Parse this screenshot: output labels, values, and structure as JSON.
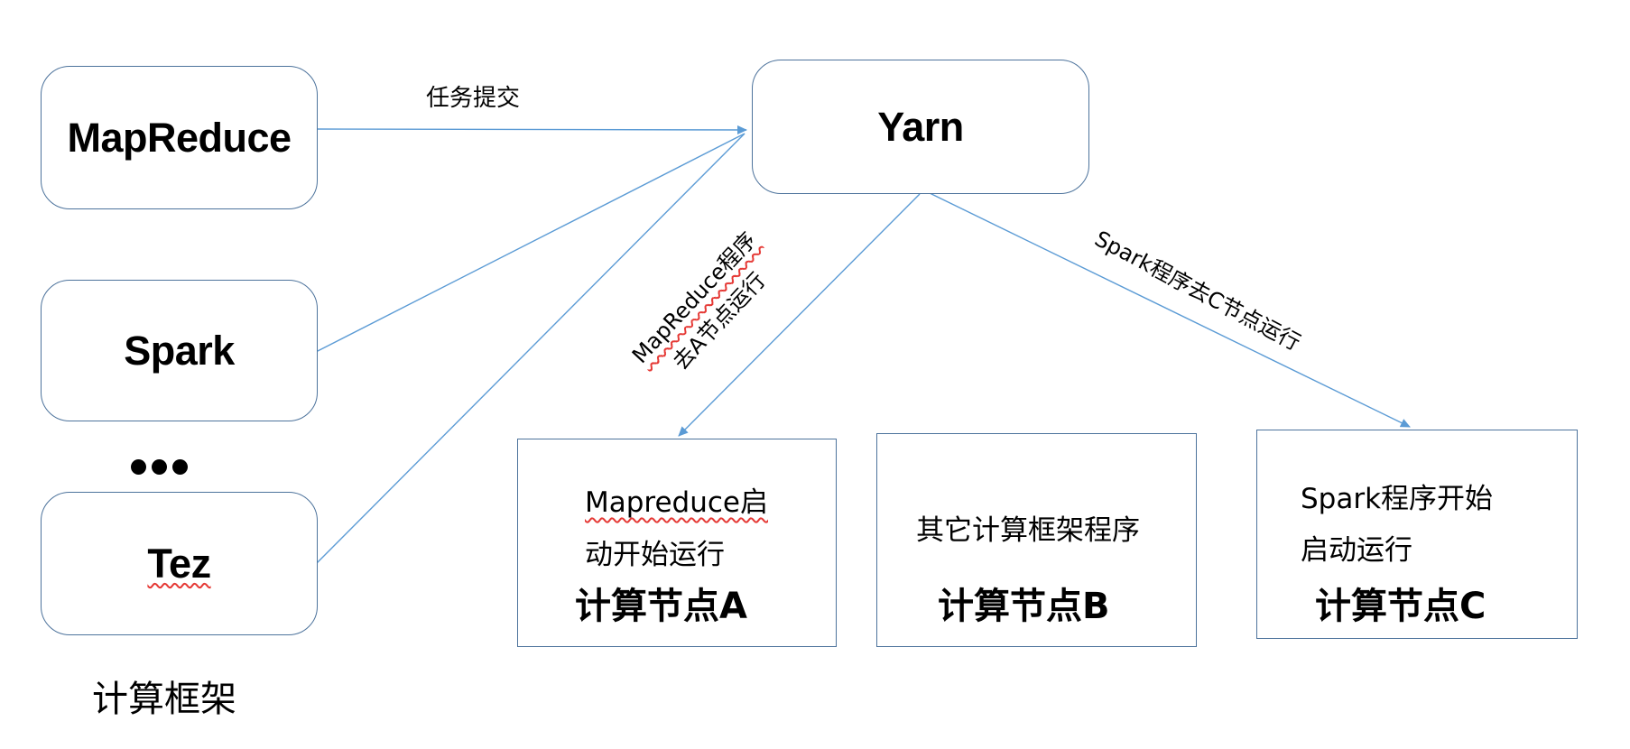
{
  "diagram": {
    "colors": {
      "box_border": "#4D739C",
      "edge": "#5B9BD5",
      "spellcheck": "#E53935"
    },
    "frameworks": {
      "caption": "计算框架",
      "items": [
        {
          "id": "mapreduce",
          "label": "MapReduce"
        },
        {
          "id": "spark",
          "label": "Spark"
        },
        {
          "id": "tez",
          "label": "Tez"
        }
      ],
      "ellipsis_icon": "ellipsis-icon"
    },
    "scheduler": {
      "id": "yarn",
      "label": "Yarn"
    },
    "nodes": [
      {
        "id": "node-a",
        "title": "计算节点A",
        "lines": [
          "Mapreduce启",
          "动开始运行"
        ]
      },
      {
        "id": "node-b",
        "title": "计算节点B",
        "lines": [
          "其它计算框架程序"
        ]
      },
      {
        "id": "node-c",
        "title": "计算节点C",
        "lines": [
          "Spark程序开始",
          "启动运行"
        ]
      }
    ],
    "edges": [
      {
        "from": "mapreduce",
        "to": "yarn",
        "label": "任务提交"
      },
      {
        "from": "spark",
        "to": "yarn",
        "label": ""
      },
      {
        "from": "tez",
        "to": "yarn",
        "label": ""
      },
      {
        "from": "yarn",
        "to": "node-a",
        "label_lines": [
          "MapReduce程序",
          "去A节点运行"
        ]
      },
      {
        "from": "yarn",
        "to": "node-c",
        "label": "Spark程序去C节点运行"
      }
    ]
  }
}
